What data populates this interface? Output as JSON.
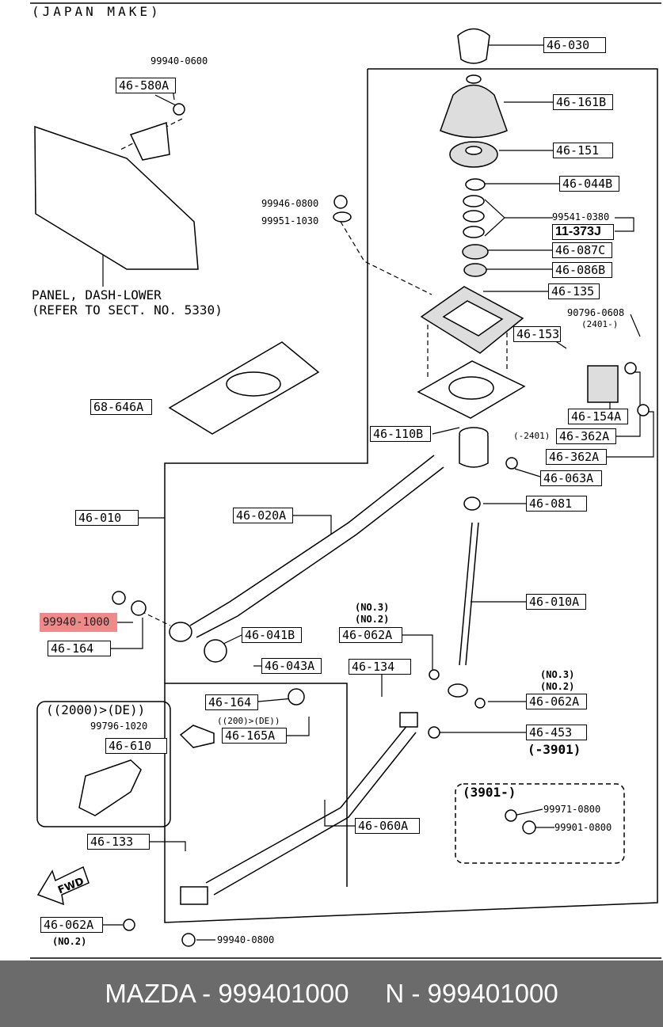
{
  "header": {
    "title": "(JAPAN  MAKE)"
  },
  "panel_note": {
    "line1": "PANEL, DASH-LOWER",
    "line2": "(REFER TO SECT. NO. 5330)"
  },
  "group_2000_de": {
    "title": "((2000)>(DE))",
    "bolt": "99796-1020",
    "bracket": "46-610"
  },
  "group_3901": {
    "title": "(3901-)",
    "washer": "99971-0800",
    "nut": "99901-0800"
  },
  "fwd_label": "FWD",
  "parts": {
    "p46_030": "46-030",
    "p46_161B": "46-161B",
    "p46_151": "46-151",
    "p46_044B": "46-044B",
    "p99541_0380": "99541-0380",
    "p11_373J": "11-373J",
    "p46_087C": "46-087C",
    "p46_086B": "46-086B",
    "p46_135": "46-135",
    "p90796_0608": "90796-0608",
    "p90796_note": "(2401-)",
    "p46_153": "46-153",
    "p46_154A": "46-154A",
    "p46_362A_a": "46-362A",
    "p46_362A_note": "(-2401)",
    "p46_362A_b": "46-362A",
    "p46_063A": "46-063A",
    "p46_081": "46-081",
    "p46_010A": "46-010A",
    "p46_010": "46-010",
    "p46_020A": "46-020A",
    "p46_110B": "46-110B",
    "p68_646A": "68-646A",
    "p46_580A": "46-580A",
    "p99940_0600": "99940-0600",
    "p99946_0800": "99946-0800",
    "p99951_1030": "99951-1030",
    "p99940_1000": "99940-1000",
    "p46_164_a": "46-164",
    "p46_041B": "46-041B",
    "p46_043A": "46-043A",
    "p46_164_b": "46-164",
    "p46_165A": "46-165A",
    "p46_165A_note": "((200)>(DE))",
    "p46_062A_a": "46-062A",
    "p46_062A_a_note1": "(NO.3)",
    "p46_062A_a_note2": "(NO.2)",
    "p46_134": "46-134",
    "p46_062A_b": "46-062A",
    "p46_062A_b_note1": "(NO.3)",
    "p46_062A_b_note2": "(NO.2)",
    "p46_453": "46-453",
    "p46_453_note": "(-3901)",
    "p46_060A": "46-060A",
    "p46_133": "46-133",
    "p46_062A_c": "46-062A",
    "p46_062A_c_note": "(NO.2)",
    "p99940_0800": "99940-0800"
  },
  "footer": {
    "left": "MAZDA - 999401000",
    "right": "N - 999401000"
  },
  "colors": {
    "highlight": "#f08a8a",
    "footer_bg": "#6b6b6b",
    "line": "#000000"
  }
}
